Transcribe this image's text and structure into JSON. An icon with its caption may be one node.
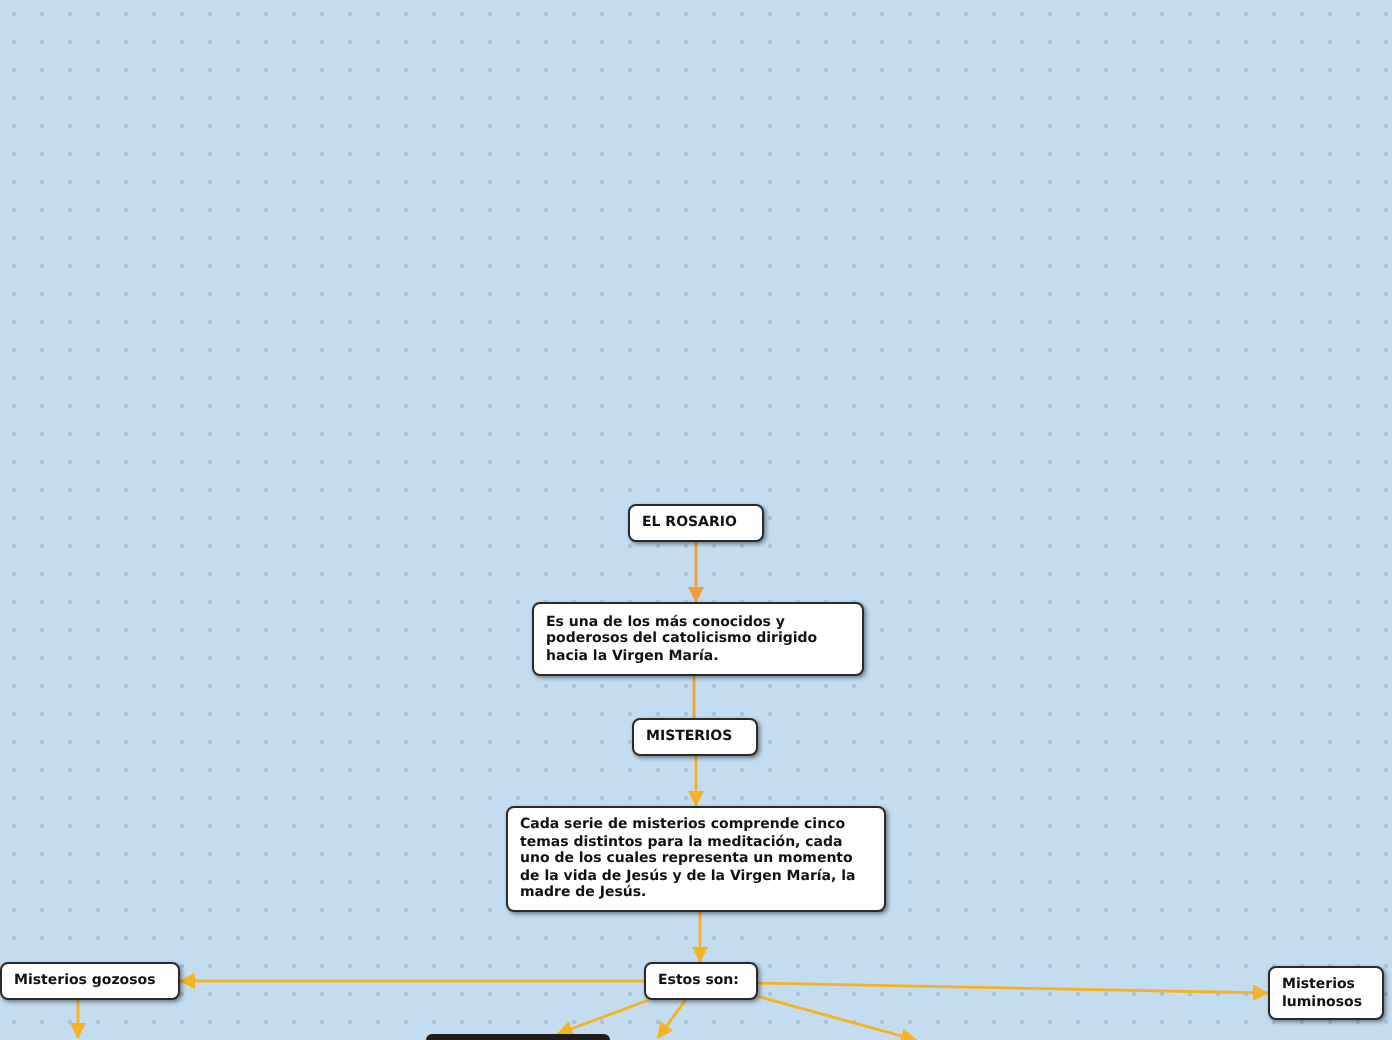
{
  "diagram": {
    "nodes": [
      {
        "text": [
          "EL ROSARIO"
        ]
      },
      {
        "text": [
          "Es una de los más conocidos y poderosos del catolicismo dirigido hacia la Virgen María."
        ]
      },
      {
        "text": [
          "MISTERIOS"
        ]
      },
      {
        "text": [
          "Cada serie de misterios comprende cinco temas distintos para la meditación, cada uno de los cuales representa un momento de la vida de Jesús y de la Virgen María, la madre de Jesús."
        ]
      },
      {
        "text": [
          "Estos son:"
        ]
      },
      {
        "text": [
          "Misterios gozosos"
        ]
      },
      {
        "text": [
          "Misterios luminosos"
        ]
      },
      {
        "text": [],
        "shape": "box"
      }
    ],
    "edges": [
      {
        "from": 0,
        "to": 1,
        "arrow": "to",
        "color": "#f39c38"
      },
      {
        "from": 1,
        "to": 2,
        "arrow": "none",
        "color": "#f39c38"
      },
      {
        "from": 2,
        "to": 3,
        "arrow": "to"
      },
      {
        "from": 3,
        "to": 4,
        "arrow": "to"
      },
      {
        "from": 4,
        "to": 5,
        "arrow": "to"
      },
      {
        "from": 4,
        "to": 6,
        "arrow": "to"
      },
      {
        "from": 4,
        "to": 7,
        "arrow": "to"
      },
      {
        "from": 4,
        "to": null,
        "arrow": "to"
      },
      {
        "from": 4,
        "to": null,
        "arrow": "to"
      },
      {
        "from": 5,
        "to": null,
        "arrow": "to"
      }
    ]
  }
}
